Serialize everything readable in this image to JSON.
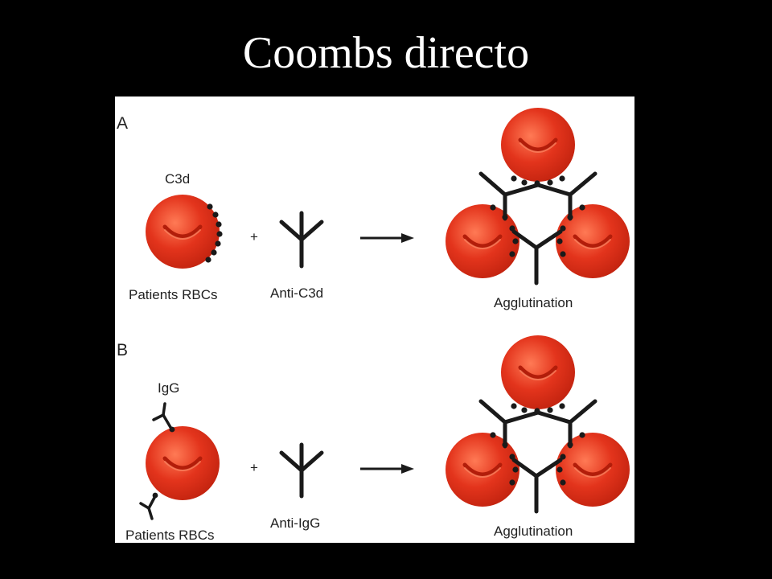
{
  "title": "Coombs directo",
  "colors": {
    "rbc": "#e3341c",
    "rbc_highlight": "#ff6a47",
    "rbc_shadow": "#b21d0a",
    "antibody": "#1a1a1a",
    "background": "#000000",
    "panel_bg": "#ffffff"
  },
  "panel_a": {
    "letter": "A",
    "marker_label": "C3d",
    "cell_label": "Patients RBCs",
    "plus": "+",
    "reagent_label": "Anti-C3d",
    "result_label": "Agglutination"
  },
  "panel_b": {
    "letter": "B",
    "marker_label": "IgG",
    "cell_label": "Patients RBCs",
    "plus": "+",
    "reagent_label": "Anti-IgG",
    "result_label": "Agglutination"
  }
}
